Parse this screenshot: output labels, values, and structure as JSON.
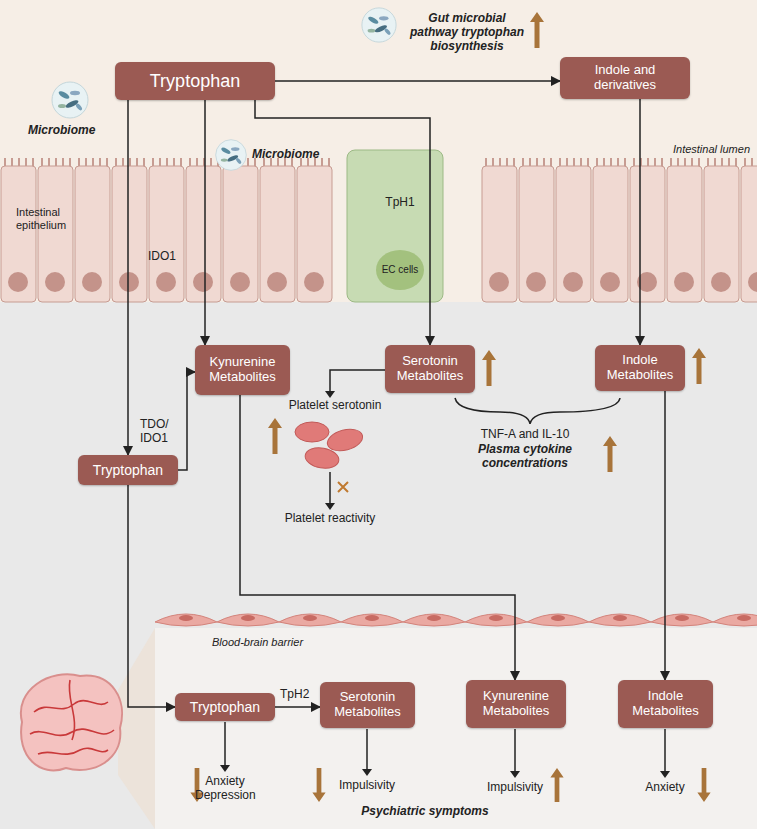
{
  "diagram": {
    "nodes": [
      {
        "text": [
          "Tryptophan"
        ]
      },
      {
        "text": [
          "Indole and derivatives"
        ]
      },
      {
        "text": [
          "Kynurenine Metabolites"
        ]
      },
      {
        "text": [
          "Serotonin Metabolites"
        ]
      },
      {
        "text": [
          "Indole Metabolites"
        ]
      },
      {
        "text": [
          "Tryptophan"
        ]
      },
      {
        "text": [
          "Tryptophan"
        ]
      },
      {
        "text": [
          "Serotonin Metabolites"
        ]
      },
      {
        "text": [
          "Kynurenine Metabolites"
        ]
      },
      {
        "text": [
          "Indole Metabolites"
        ]
      }
    ],
    "edges": [
      {
        "from": 0,
        "to": 1,
        "arrow": "to"
      },
      {
        "from": 0,
        "to": 5,
        "arrow": "to"
      },
      {
        "from": 0,
        "to": 2,
        "arrow": "to"
      },
      {
        "from": 0,
        "to": 3,
        "arrow": "to"
      },
      {
        "from": 1,
        "to": 4,
        "arrow": "to"
      },
      {
        "from": 5,
        "to": 2,
        "arrow": "to",
        "label": "TDO/ IDO1"
      },
      {
        "from": 5,
        "to": 6,
        "arrow": "to"
      },
      {
        "from": 2,
        "to": 8,
        "arrow": "to"
      },
      {
        "from": 4,
        "to": 9,
        "arrow": "to"
      },
      {
        "from": 6,
        "to": 7,
        "arrow": "to",
        "label": "TpH2"
      }
    ],
    "labels": [
      "Gut microbial pathway tryptophan biosynthesis",
      "Microbiome",
      "Microbiome",
      "Intestinal lumen",
      "Intestinal epithelium",
      "IDO1",
      "TpH1",
      "EC cells",
      "Platelet serotonin",
      "Platelet reactivity",
      "TNF-A and IL-10",
      "Plasma cytokine concentrations",
      "Blood-brain barrier",
      "Anxiety Depression",
      "Impulsivity",
      "Impulsivity",
      "Anxiety",
      "Psychiatric symptoms"
    ]
  }
}
